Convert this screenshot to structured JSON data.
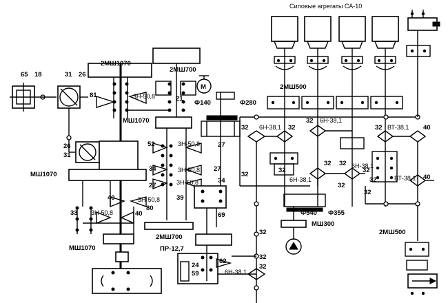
{
  "title": "Силовые агрегаты СА-10",
  "labels": {
    "l65": "65",
    "l18": "18",
    "l31a": "31",
    "l26a": "26",
    "l26b": "26",
    "l31b": "31",
    "mw1070_top": "2МШ1070",
    "mw700_top": "2МШ700",
    "n81": "81",
    "zn508_a": "3Н-50,8",
    "n21": "21",
    "mw1070_mid": "МШ1070",
    "f140": "Ф140",
    "f280": "Ф280",
    "n52": "52",
    "zn508_b": "3Н-50,8",
    "n27a": "27",
    "n34a": "34",
    "zn508_c": "3Н-50,8",
    "n27b": "27",
    "n27c": "27",
    "zn508_d": "3Н-50,8",
    "n34b": "34",
    "mw1070_left": "МШ1070",
    "n39": "39",
    "n40a": "40",
    "zn508_e": "3Н-50,8",
    "n80": "80",
    "n33": "33",
    "zn508_f": "3Н-50,8",
    "n40b": "40",
    "n69": "69",
    "mw700_bot": "2МШ700",
    "mw1070_bot": "МШ1070",
    "pr127": "ПР-12,7",
    "n62": "62",
    "n24": "24",
    "n59": "59",
    "n32_bot": "32",
    "h6n381_bot": "6Н-38,1",
    "mw500_top": "2МШ500",
    "h6n381_a": "6Н-38,1",
    "h6n381_b": "6Н-38,1",
    "vt381_a": "ВТ-38,1",
    "h6n381_c": "6Н-38,1",
    "h6n381_d": "6Н-38,1",
    "vt381_b": "ВТ-38,1",
    "n32_1": "32",
    "n32_2": "32",
    "n32_3": "32",
    "n32_4": "32",
    "n32_5": "32",
    "n32_6": "32",
    "n32_7": "32",
    "n32_8": "32",
    "n32_9": "32",
    "n32_10": "32",
    "n32_11": "32",
    "n32_12": "32",
    "n32_13": "32",
    "n32_14": "32",
    "n40_r1": "40",
    "n40_r2": "40",
    "f540": "Ф540",
    "f355": "Ф355",
    "mw300": "МШ300",
    "mw500_bot": "2МШ500"
  },
  "icons": {
    "motor": "motor-icon",
    "pump": "pump-icon"
  }
}
